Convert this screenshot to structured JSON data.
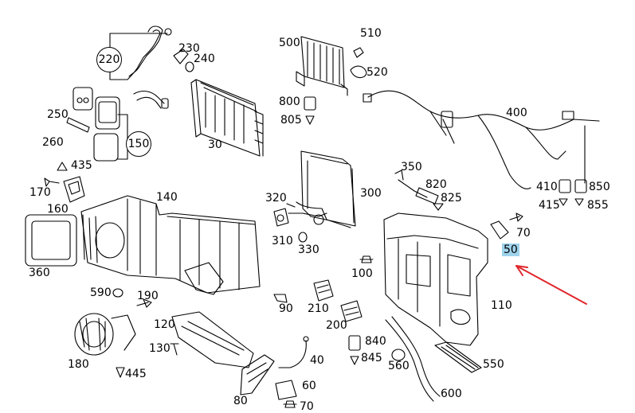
{
  "diagram": {
    "highlight_color": "#9fd3ec",
    "arrow_color": "#e0262b",
    "highlighted_label": "50",
    "labels": [
      {
        "id": "220",
        "text": "220"
      },
      {
        "id": "230",
        "text": "230"
      },
      {
        "id": "240",
        "text": "240"
      },
      {
        "id": "250",
        "text": "250"
      },
      {
        "id": "260",
        "text": "260"
      },
      {
        "id": "150",
        "text": "150"
      },
      {
        "id": "30",
        "text": "30"
      },
      {
        "id": "500",
        "text": "500"
      },
      {
        "id": "510",
        "text": "510"
      },
      {
        "id": "520",
        "text": "520"
      },
      {
        "id": "800",
        "text": "800"
      },
      {
        "id": "805",
        "text": "805"
      },
      {
        "id": "400",
        "text": "400"
      },
      {
        "id": "410",
        "text": "410"
      },
      {
        "id": "850",
        "text": "850"
      },
      {
        "id": "415",
        "text": "415"
      },
      {
        "id": "855",
        "text": "855"
      },
      {
        "id": "435",
        "text": "435"
      },
      {
        "id": "170",
        "text": "170"
      },
      {
        "id": "160",
        "text": "160"
      },
      {
        "id": "140",
        "text": "140"
      },
      {
        "id": "300",
        "text": "300"
      },
      {
        "id": "350",
        "text": "350"
      },
      {
        "id": "820",
        "text": "820"
      },
      {
        "id": "825",
        "text": "825"
      },
      {
        "id": "320",
        "text": "320"
      },
      {
        "id": "310",
        "text": "310"
      },
      {
        "id": "330",
        "text": "330"
      },
      {
        "id": "70a",
        "text": "70"
      },
      {
        "id": "50",
        "text": "50"
      },
      {
        "id": "360",
        "text": "360"
      },
      {
        "id": "100",
        "text": "100"
      },
      {
        "id": "590",
        "text": "590"
      },
      {
        "id": "190",
        "text": "190"
      },
      {
        "id": "90",
        "text": "90"
      },
      {
        "id": "210",
        "text": "210"
      },
      {
        "id": "110",
        "text": "110"
      },
      {
        "id": "120",
        "text": "120"
      },
      {
        "id": "200",
        "text": "200"
      },
      {
        "id": "180",
        "text": "180"
      },
      {
        "id": "130",
        "text": "130"
      },
      {
        "id": "840",
        "text": "840"
      },
      {
        "id": "845",
        "text": "845"
      },
      {
        "id": "40",
        "text": "40"
      },
      {
        "id": "560",
        "text": "560"
      },
      {
        "id": "550",
        "text": "550"
      },
      {
        "id": "445",
        "text": "445"
      },
      {
        "id": "60",
        "text": "60"
      },
      {
        "id": "600",
        "text": "600"
      },
      {
        "id": "80",
        "text": "80"
      },
      {
        "id": "70b",
        "text": "70"
      }
    ]
  }
}
